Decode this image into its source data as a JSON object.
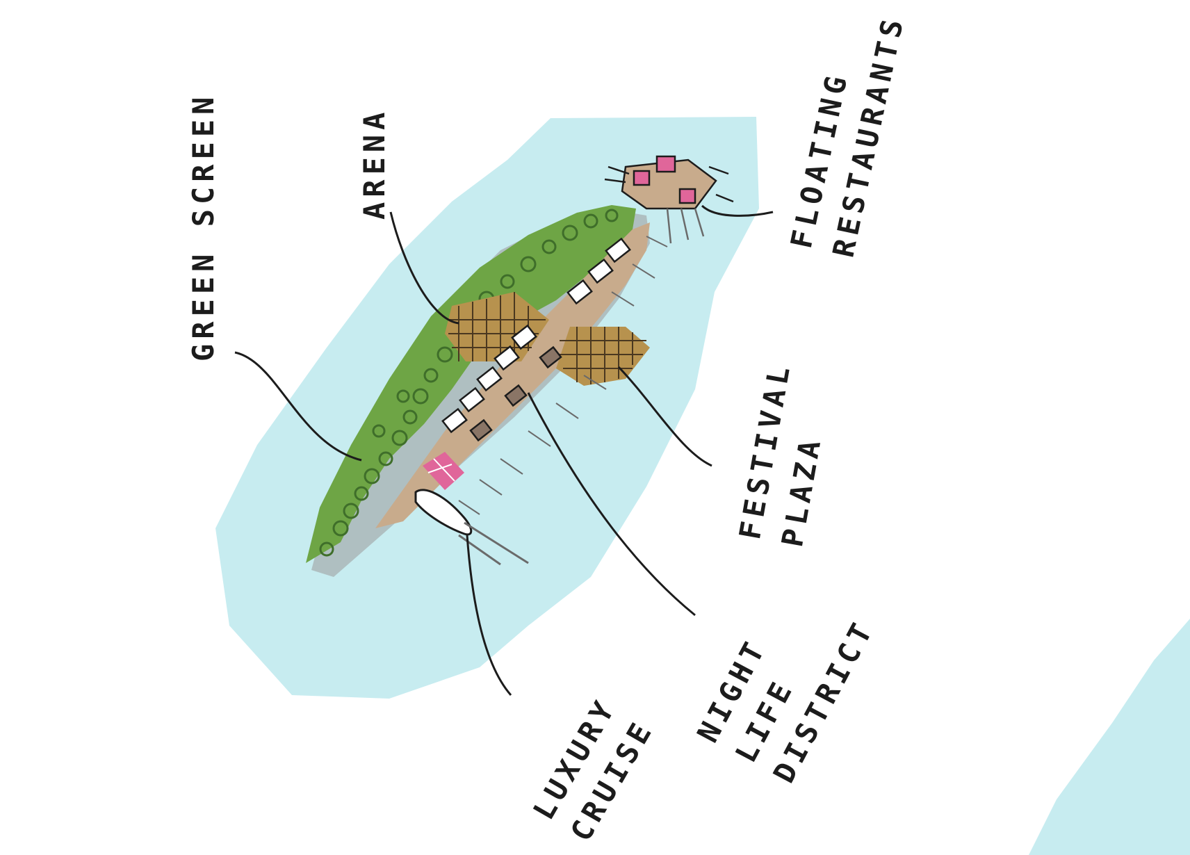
{
  "labels": {
    "green_screen": {
      "lines": [
        "GREEN SCREEN"
      ]
    },
    "arena": {
      "lines": [
        "ARENA"
      ]
    },
    "floating_restaurants": {
      "lines": [
        "FLOATING",
        "RESTAURANTS"
      ]
    },
    "festival_plaza": {
      "lines": [
        "FESTIVAL",
        "PLAZA"
      ]
    },
    "night_life_district": {
      "lines": [
        "NIGHT",
        "LIFE",
        "DISTRICT"
      ]
    },
    "luxury_cruise": {
      "lines": [
        "LUXURY",
        "CRUISE"
      ]
    }
  },
  "colors": {
    "water": "#c7ecf0",
    "vegetation": "#6ea545",
    "vegetation_dark": "#3f6e2a",
    "plaza": "#b7924e",
    "ground": "#c8ab8c",
    "building_shadow": "#8a7566",
    "accent_pink": "#e0669a",
    "ink": "#1c1c1c"
  }
}
